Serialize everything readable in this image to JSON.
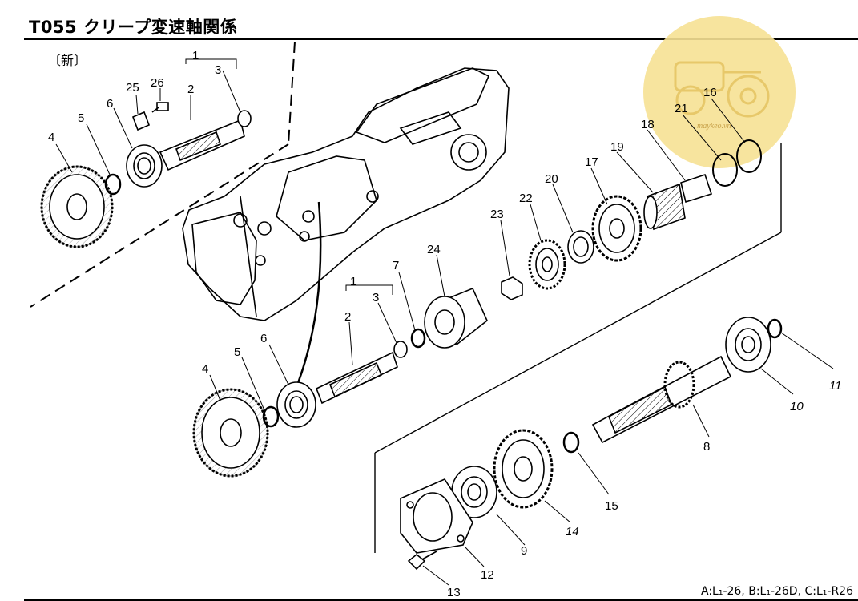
{
  "title": "T055 クリープ変速軸関係",
  "new_variant_label": "〔新〕",
  "model_note": "A:L₁-26, B:L₁-26D, C:L₁-R26",
  "watermark": {
    "text": "maykeo.vn",
    "color": "#f5df8a",
    "icon": "tractor-icon"
  },
  "parts": {
    "p1": "1",
    "p2": "2",
    "p3": "3",
    "p4": "4",
    "p5": "5",
    "p6": "6",
    "p7": "7",
    "p8": "8",
    "p9": "9",
    "p10": "10",
    "p11": "11",
    "p12": "12",
    "p13": "13",
    "p14": "14",
    "p15": "15",
    "p16": "16",
    "p17": "17",
    "p18": "18",
    "p19": "19",
    "p20": "20",
    "p21": "21",
    "p22": "22",
    "p23": "23",
    "p24": "24",
    "p25": "25",
    "p26": "26"
  }
}
